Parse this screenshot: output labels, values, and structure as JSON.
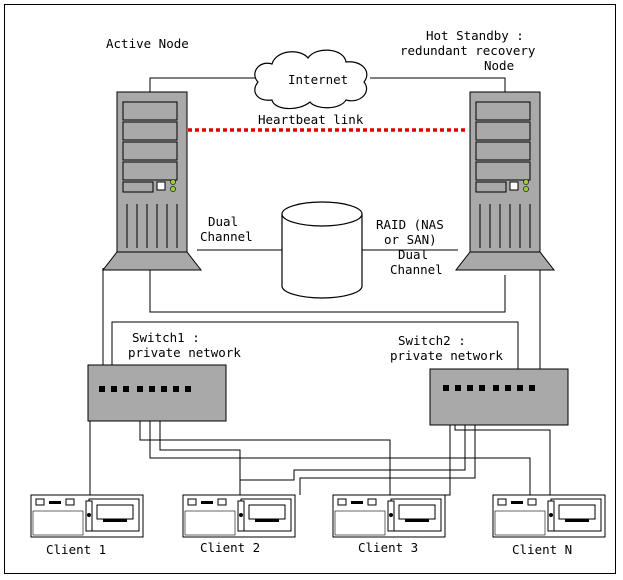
{
  "labels": {
    "active_node": "Active Node",
    "standby_line1": "Hot Standby :",
    "standby_line2": "redundant recovery",
    "standby_line3": "Node",
    "internet": "Internet",
    "heartbeat": "Heartbeat link",
    "dual_channel_left_1": "Dual",
    "dual_channel_left_2": "Channel",
    "raid_line1": "RAID (NAS",
    "raid_line2": "or SAN)",
    "dual_channel_right_1": "Dual",
    "dual_channel_right_2": "Channel",
    "switch1_line1": "Switch1 :",
    "switch1_line2": "private network",
    "switch2_line1": "Switch2 :",
    "switch2_line2": "private network",
    "client1": "Client 1",
    "client2": "Client 2",
    "client3": "Client 3",
    "clientN": "Client N"
  },
  "colors": {
    "server_fill": "#a9a9a9",
    "switch_fill": "#a9a9a9",
    "heartbeat": "#e00000",
    "client_fill": "#ffffff",
    "line": "#000000"
  },
  "icons": {
    "server": "tower-server-icon",
    "cloud": "internet-cloud-icon",
    "storage": "raid-cylinder-icon",
    "switch": "network-switch-icon",
    "client": "client-workstation-icon"
  }
}
